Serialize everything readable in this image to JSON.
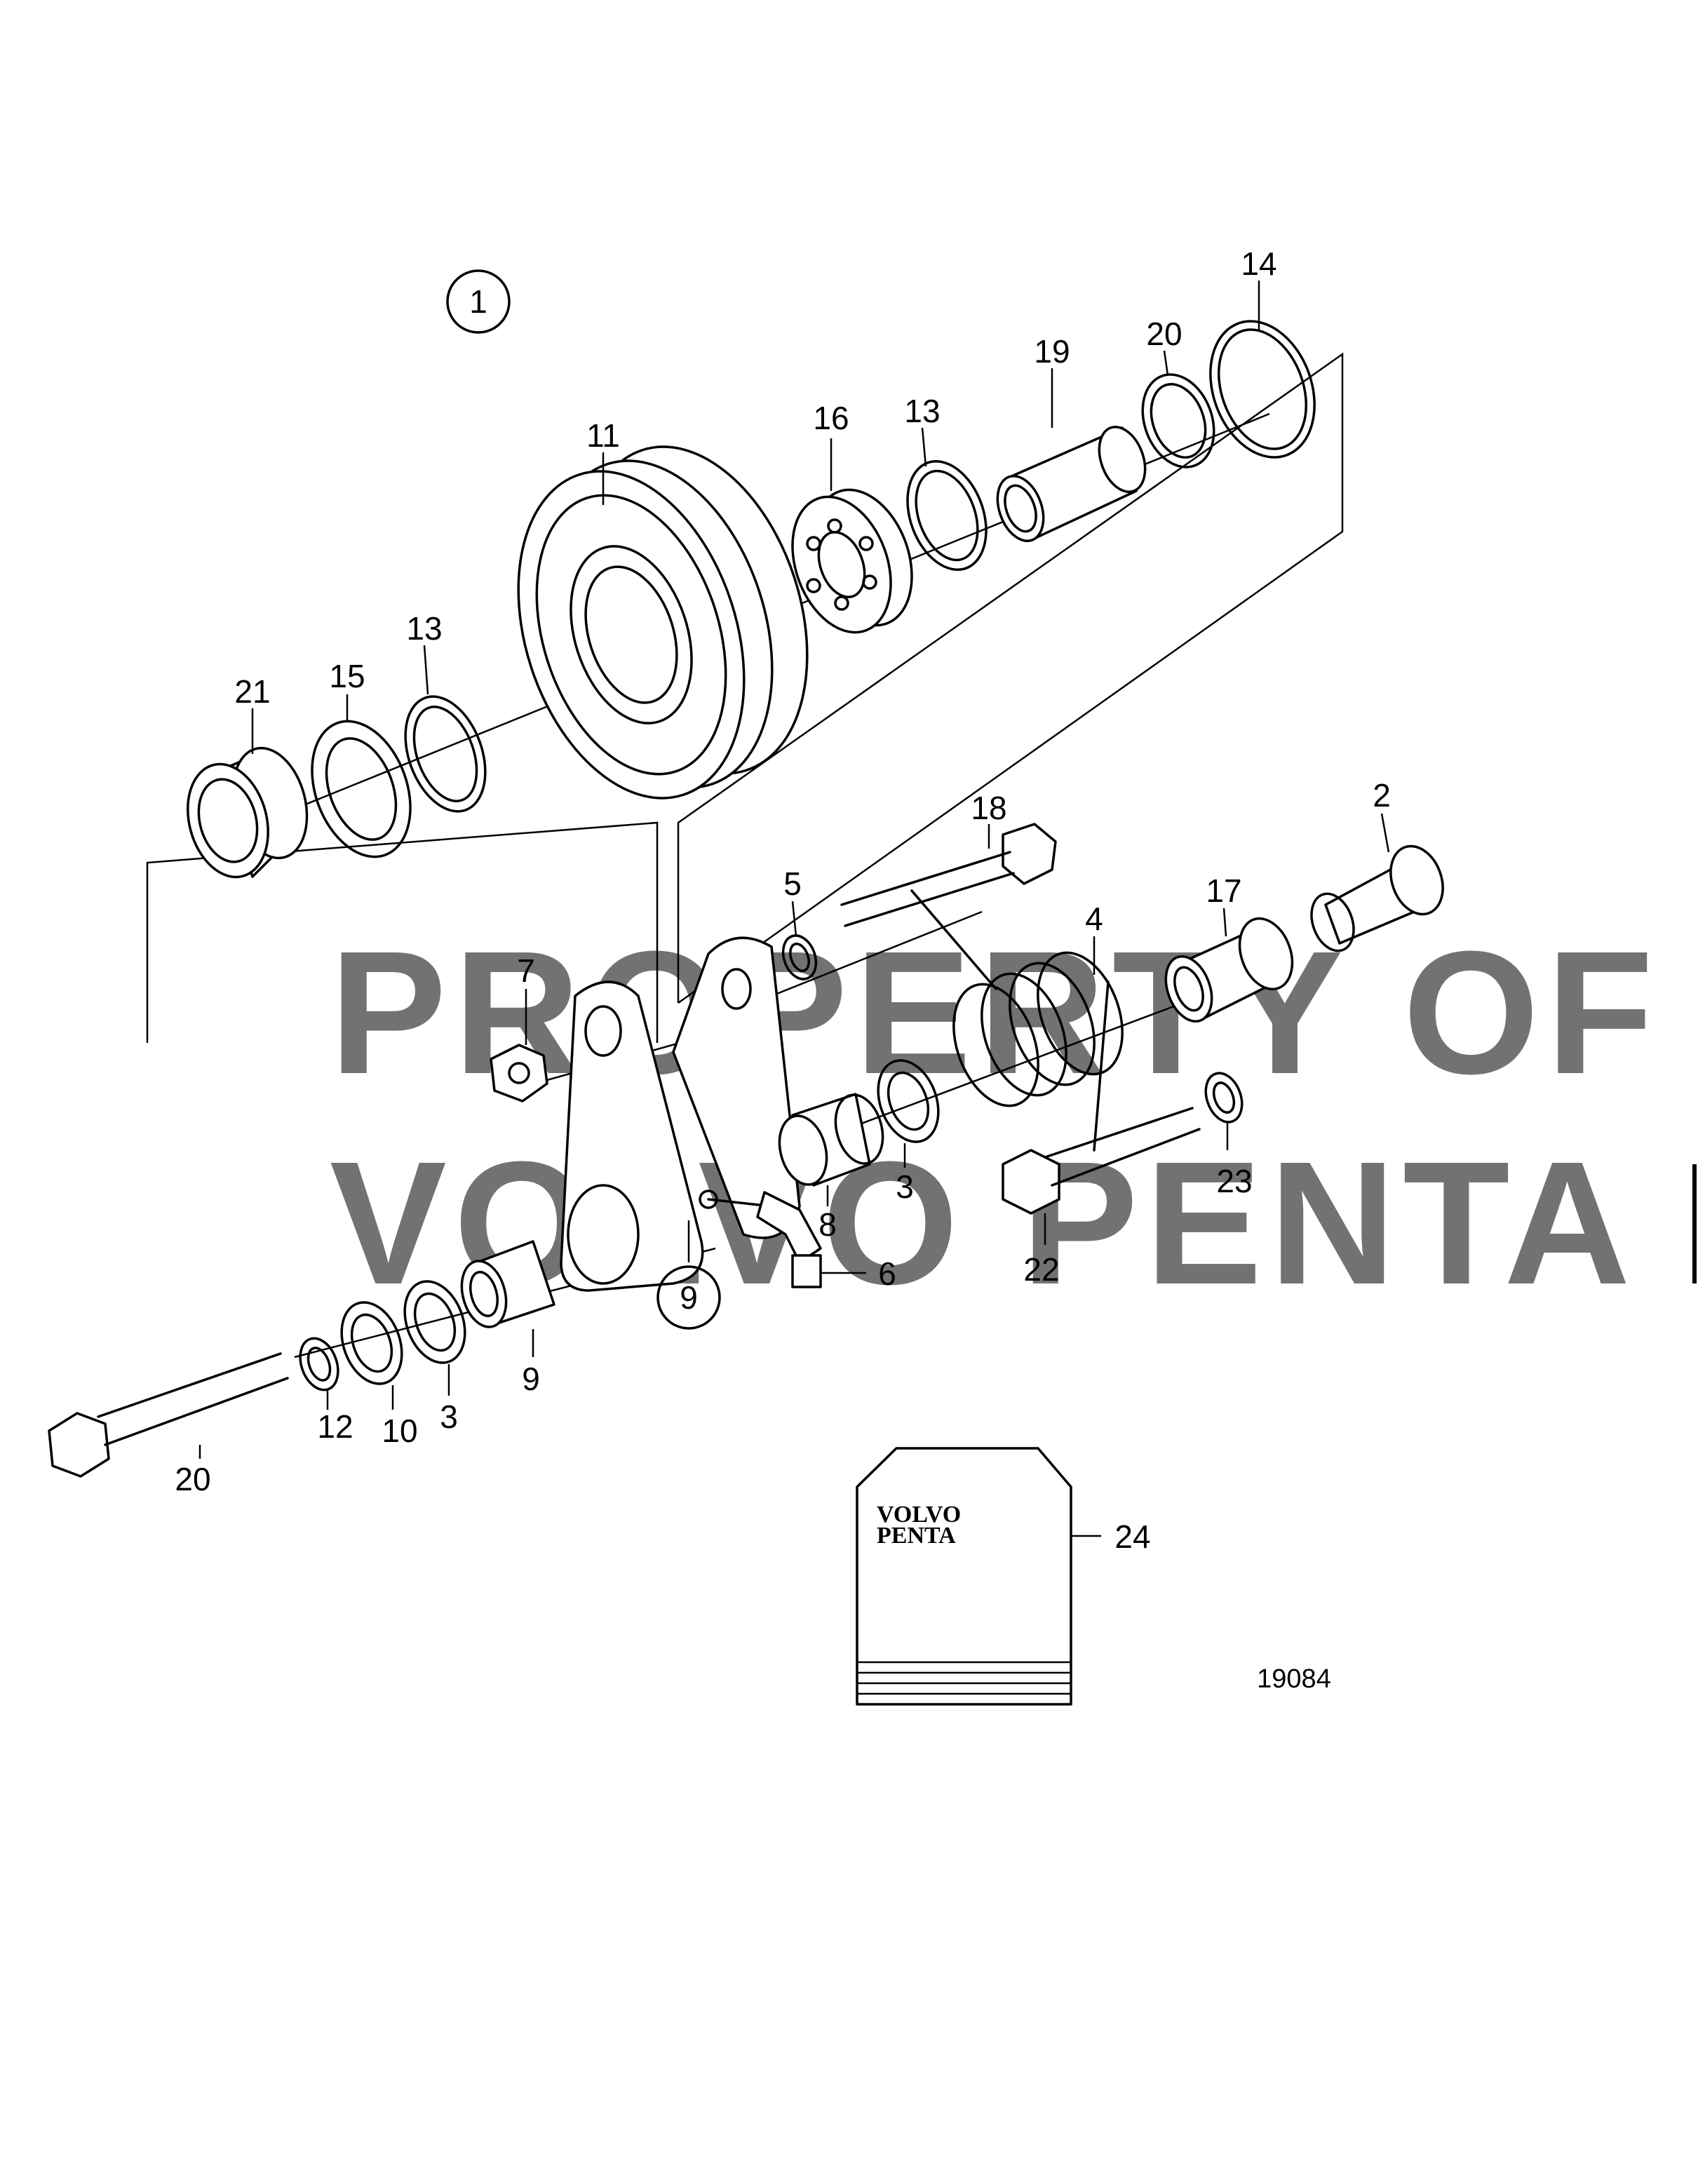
{
  "diagram": {
    "group_number": "1",
    "drawing_number": "19084",
    "watermark": {
      "line1": "PROPERTY OF",
      "line2": "VOLVO PENTA"
    },
    "kit_logo": {
      "line1": "VOLVO",
      "line2": "PENTA"
    },
    "callouts": [
      {
        "id": "c2",
        "label": "2"
      },
      {
        "id": "c3a",
        "label": "3"
      },
      {
        "id": "c3b",
        "label": "3"
      },
      {
        "id": "c4",
        "label": "4"
      },
      {
        "id": "c5",
        "label": "5"
      },
      {
        "id": "c6",
        "label": "6"
      },
      {
        "id": "c7",
        "label": "7"
      },
      {
        "id": "c8",
        "label": "8"
      },
      {
        "id": "c9a",
        "label": "9"
      },
      {
        "id": "c9b",
        "label": "9"
      },
      {
        "id": "c10",
        "label": "10"
      },
      {
        "id": "c11",
        "label": "11"
      },
      {
        "id": "c12",
        "label": "12"
      },
      {
        "id": "c13a",
        "label": "13"
      },
      {
        "id": "c13b",
        "label": "13"
      },
      {
        "id": "c14",
        "label": "14"
      },
      {
        "id": "c15",
        "label": "15"
      },
      {
        "id": "c16",
        "label": "16"
      },
      {
        "id": "c17",
        "label": "17"
      },
      {
        "id": "c18",
        "label": "18"
      },
      {
        "id": "c19",
        "label": "19"
      },
      {
        "id": "c20a",
        "label": "20"
      },
      {
        "id": "c20b",
        "label": "20"
      },
      {
        "id": "c21",
        "label": "21"
      },
      {
        "id": "c22",
        "label": "22"
      },
      {
        "id": "c23",
        "label": "23"
      },
      {
        "id": "c24",
        "label": "24"
      }
    ]
  }
}
